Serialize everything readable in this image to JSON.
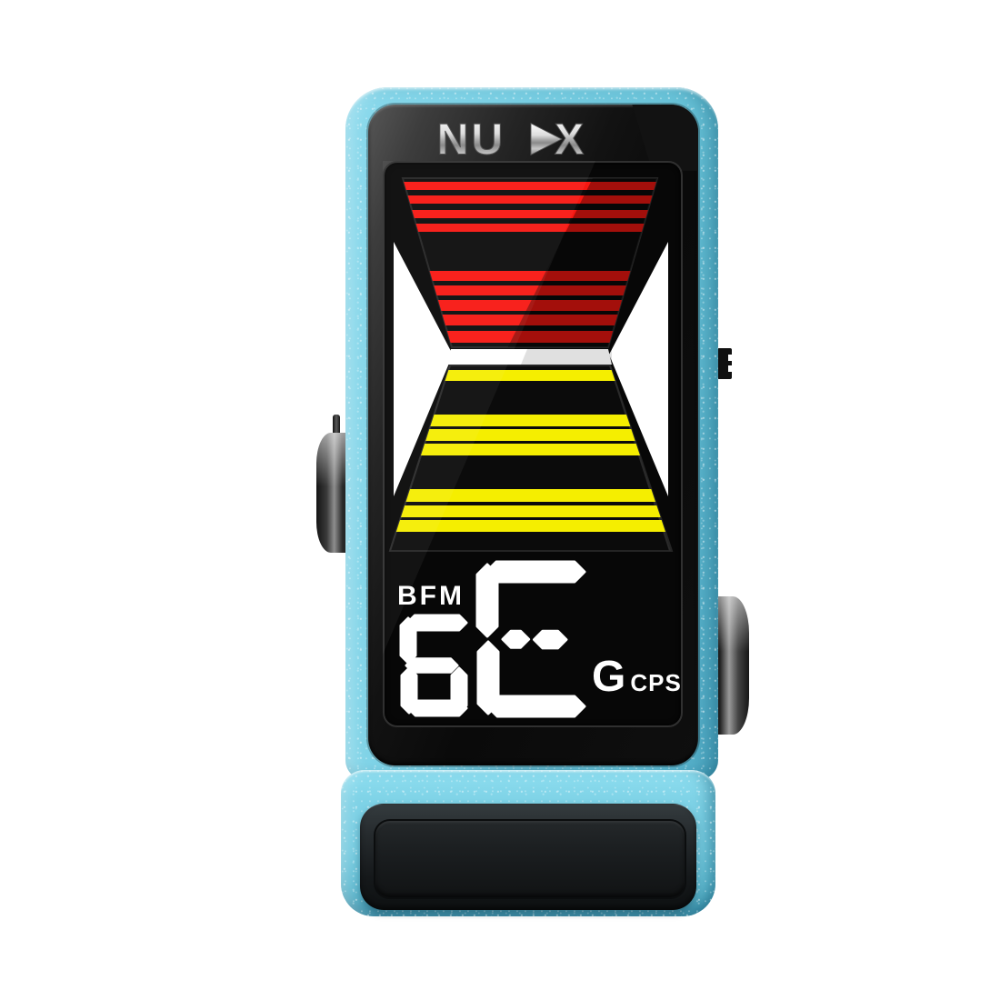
{
  "logo": {
    "prefix": "NU",
    "suffix": "X"
  },
  "display": {
    "mode_label": "BFM",
    "segment_value": "6E",
    "note_label": "G",
    "unit_label": "CPS"
  },
  "tuner_graphic": {
    "description": "hourglass tuning meter",
    "top_stripe_color": "red",
    "top_stripe_count": 9,
    "center_band_color": "white",
    "bottom_stripe_color": "yellow",
    "bottom_stripe_count": 7
  },
  "colors": {
    "body_blue": "#74cbe0",
    "stripe_red": "#f81711",
    "stripe_yellow": "#f5ee00",
    "band_white": "#ffffff",
    "lcd_white": "#ffffff",
    "screen_black": "#070707"
  }
}
